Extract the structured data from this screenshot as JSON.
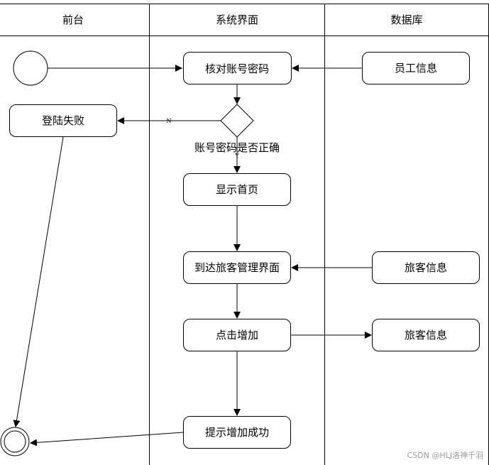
{
  "lanes": {
    "front": "前台",
    "system": "系统界面",
    "database": "数据库"
  },
  "nodes": {
    "verify": "核对账号密码",
    "employee_info": "员工信息",
    "login_fail": "登陆失败",
    "decision": "账号密码是否正确",
    "show_home": "显示首页",
    "reach_mgmt": "到达旅客管理界面",
    "passenger_info_1": "旅客信息",
    "click_add": "点击增加",
    "passenger_info_2": "旅客信息",
    "add_success": "提示增加成功"
  },
  "edges": {
    "no_label": "N",
    "yes_label": "Y"
  },
  "watermark": "CSDN @HLJ洛神千羽",
  "colors": {
    "stroke": "#000000",
    "background": "#ffffff",
    "watermark": "#9a9a9a"
  }
}
